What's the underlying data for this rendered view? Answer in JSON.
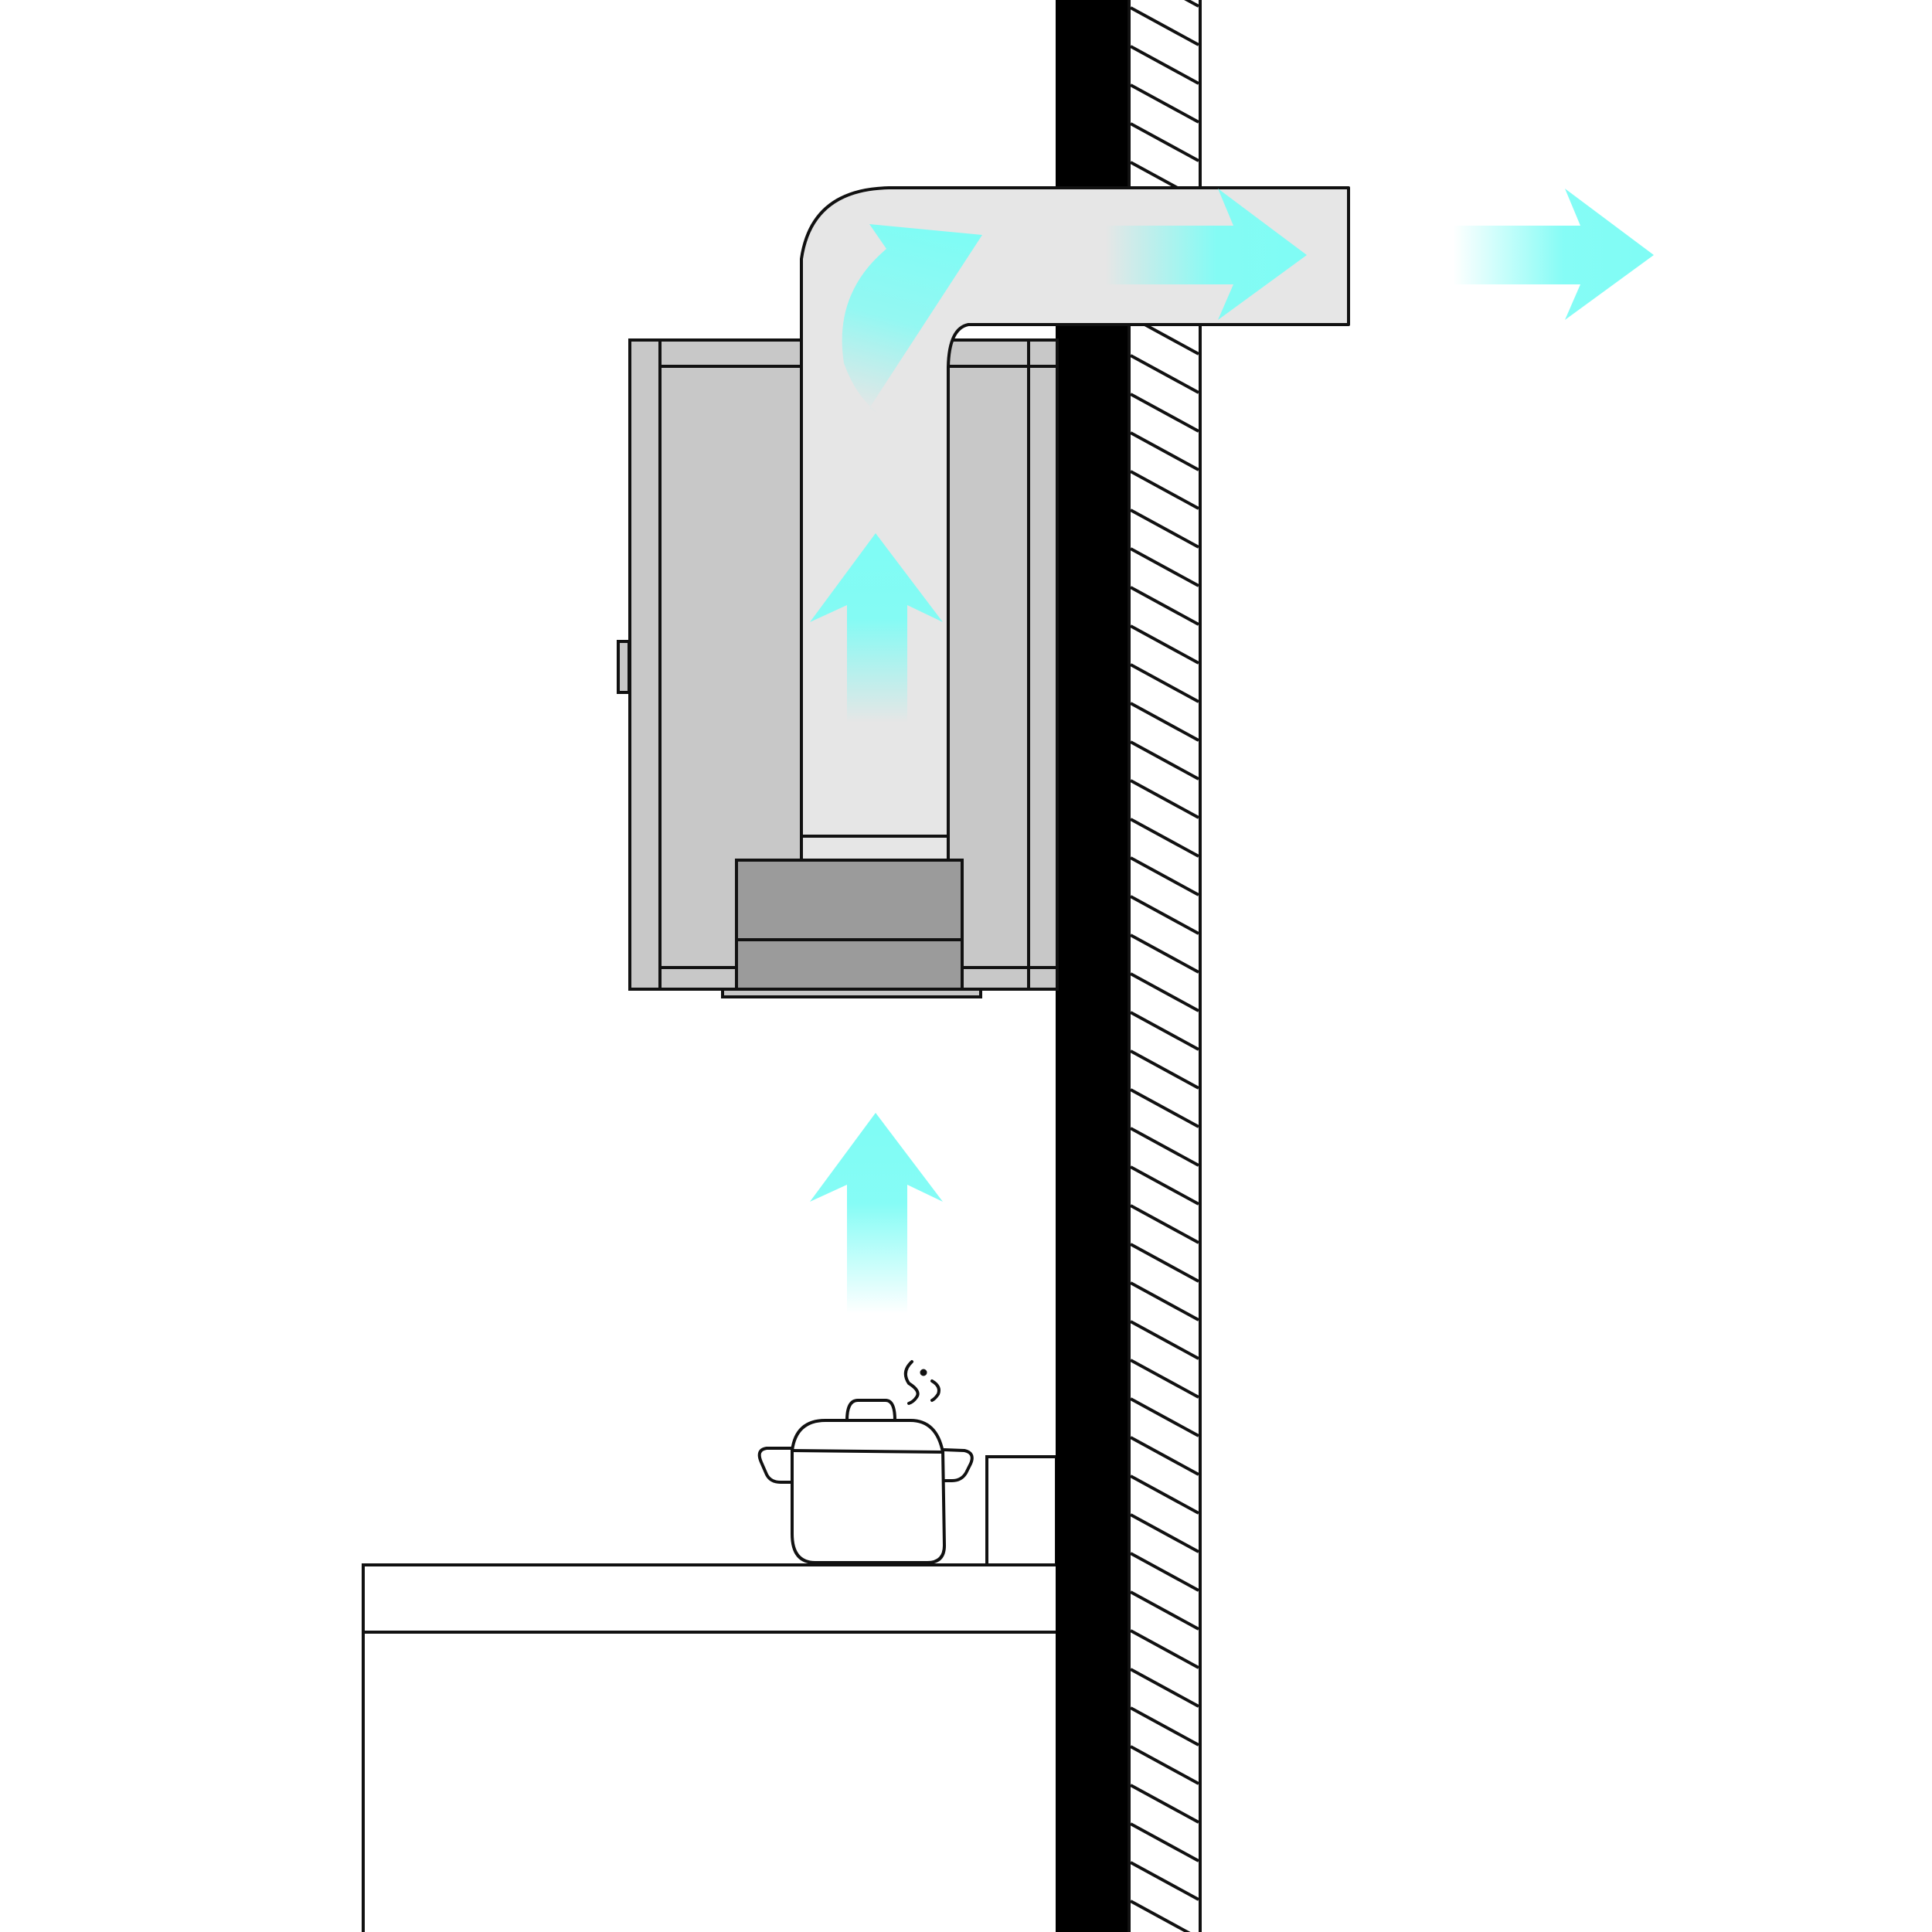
{
  "diagram": {
    "kind": "ducted cooker hood extraction",
    "colors": {
      "background": "#ffffff",
      "outline": "#111111",
      "cabinet_fill": "#c8c8c8",
      "duct_fill": "#e6e6e6",
      "motor_fill": "#9b9b9b",
      "wall_fill": "#000000",
      "airflow": "#7ffcf5"
    },
    "icons": {
      "airflow": "arrow",
      "cookware": "pot-with-steam"
    }
  }
}
